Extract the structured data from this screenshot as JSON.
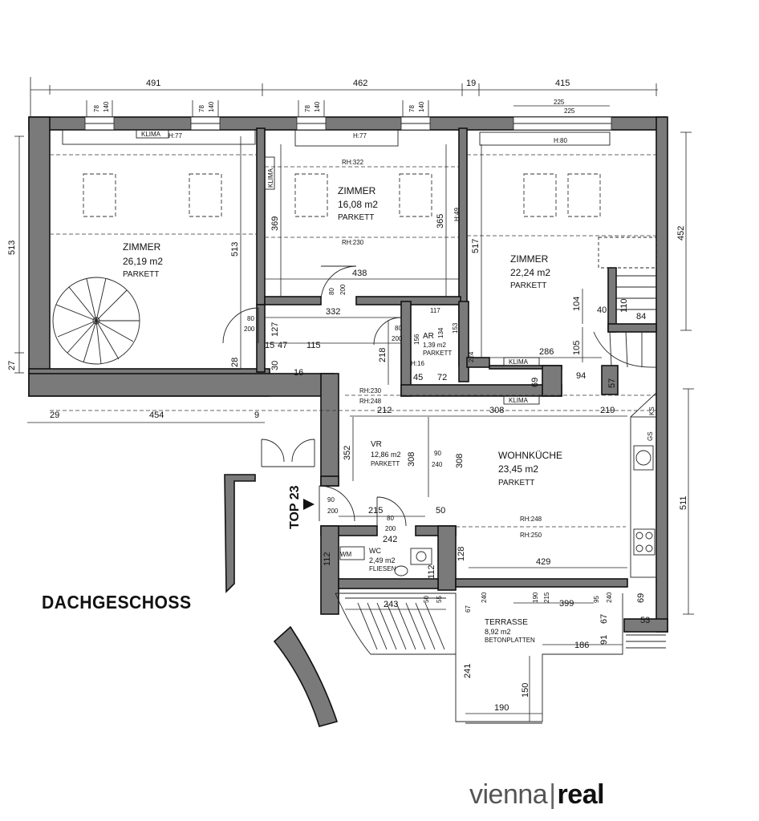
{
  "plan": {
    "floor_name": "DACHGESCHOSS",
    "unit_label": "TOP 23",
    "logo": {
      "part1": "vienna",
      "separator": "|",
      "part2": "real"
    }
  },
  "rooms": [
    {
      "id": "zimmer1",
      "name": "ZIMMER",
      "area": "26,19 m2",
      "floor": "PARKETT"
    },
    {
      "id": "zimmer2",
      "name": "ZIMMER",
      "area": "16,08 m2",
      "floor": "PARKETT"
    },
    {
      "id": "zimmer3",
      "name": "ZIMMER",
      "area": "22,24 m2",
      "floor": "PARKETT"
    },
    {
      "id": "ar",
      "name": "AR",
      "area": "1,39 m2",
      "floor": "PARKETT"
    },
    {
      "id": "vr",
      "name": "VR",
      "area": "12,86 m2",
      "floor": "PARKETT"
    },
    {
      "id": "wohnkueche",
      "name": "WOHNKÜCHE",
      "area": "23,45 m2",
      "floor": "PARKETT"
    },
    {
      "id": "wc",
      "name": "WC",
      "area": "2,49 m2",
      "floor": "FLIESEN"
    },
    {
      "id": "terrasse",
      "name": "TERRASSE",
      "area": "8,92 m2",
      "floor": "BETONPLATTEN"
    }
  ],
  "labels": {
    "klima": "KLIMA",
    "wm": "WM",
    "ks": "KS",
    "gs": "GS",
    "rh322": "RH:322",
    "rh230a": "RH:230",
    "rh230b": "RH:230",
    "rh248a": "RH:248",
    "rh248b": "RH:248",
    "rh250": "RH:250",
    "h77a": "H:77",
    "h77b": "H:77",
    "h80": "H:80",
    "h49": "H:49",
    "h16": "H:16"
  },
  "dimensions": {
    "top": [
      "491",
      "462",
      "19",
      "415"
    ],
    "window_pairs": [
      "78",
      "140",
      "78",
      "140",
      "78",
      "140",
      "78",
      "140",
      "225",
      "225"
    ],
    "left": [
      "513",
      "27"
    ],
    "right": [
      "452",
      "511"
    ],
    "zimmer1": [
      "513",
      "28"
    ],
    "zimmer2": [
      "369",
      "365",
      "438",
      "332"
    ],
    "zimmer3": [
      "517",
      "104",
      "105",
      "286",
      "40",
      "84",
      "110",
      "94",
      "69",
      "57"
    ],
    "door_a": [
      "80",
      "200"
    ],
    "door_b": [
      "80",
      "200"
    ],
    "door_c": [
      "80",
      "200"
    ],
    "door_d": [
      "90",
      "200"
    ],
    "door_e": [
      "80",
      "200"
    ],
    "door_f": [
      "90",
      "240"
    ],
    "hall": [
      "127",
      "15",
      "47",
      "115",
      "30",
      "16",
      "218",
      "117",
      "156",
      "134",
      "153",
      "45",
      "72",
      "224"
    ],
    "hall_lower": [
      "29",
      "454",
      "9",
      "212",
      "308",
      "219"
    ],
    "vr": [
      "352",
      "308",
      "308",
      "215",
      "50",
      "242",
      "128"
    ],
    "wc": [
      "112",
      "112"
    ],
    "kitchen": [
      "429",
      "69",
      "53"
    ],
    "terrace": [
      "243",
      "50",
      "55",
      "67",
      "240",
      "190",
      "215",
      "399",
      "95",
      "240",
      "67",
      "91",
      "186",
      "241",
      "150",
      "190"
    ]
  }
}
